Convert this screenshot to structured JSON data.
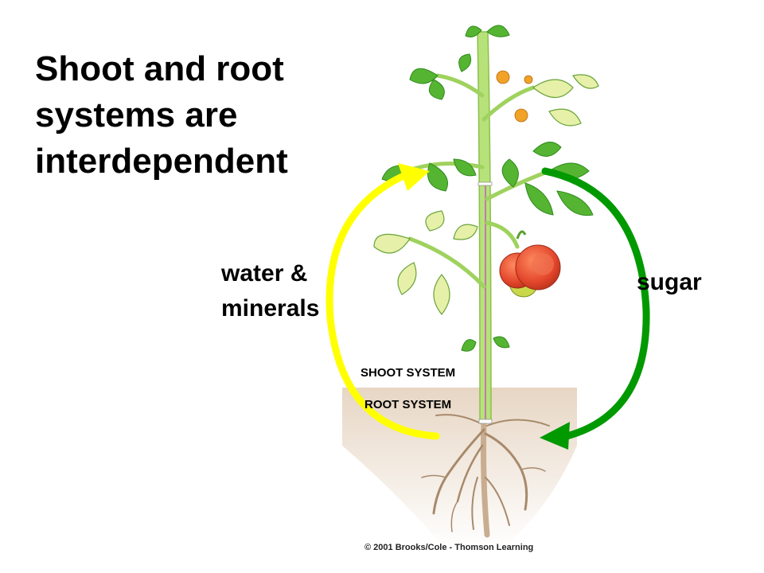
{
  "title_lines": [
    "Shoot and root",
    "systems are",
    "interdependent"
  ],
  "labels": {
    "water_line1": "water &",
    "water_line2": "minerals",
    "sugar": "sugar",
    "shoot_system": "SHOOT SYSTEM",
    "root_system": "ROOT SYSTEM"
  },
  "credit": "© 2001 Brooks/Cole - Thomson Learning",
  "colors": {
    "water_arrow": "#ffff00",
    "sugar_arrow": "#009900",
    "leaf": "#4caf32",
    "stem": "#b7e27a",
    "soil": "#efe1d3",
    "tomato": "#e8502f",
    "flower": "#f0a020"
  },
  "icons": {
    "water_arrow": "curved-up-arrow-icon",
    "sugar_arrow": "curved-down-arrow-icon"
  }
}
